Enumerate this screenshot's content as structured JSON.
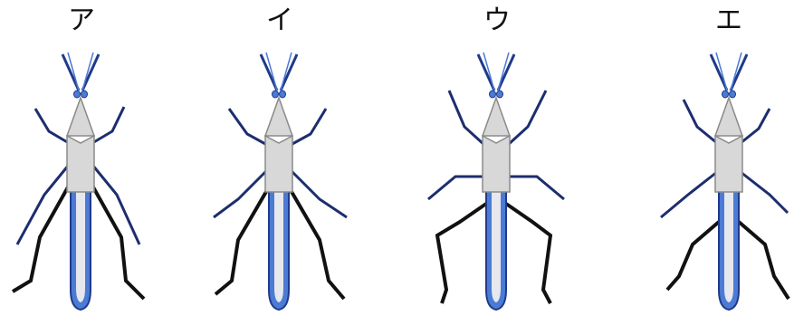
{
  "options": [
    {
      "label": "ア",
      "variant": "a"
    },
    {
      "label": "イ",
      "variant": "b"
    },
    {
      "label": "ウ",
      "variant": "c"
    },
    {
      "label": "エ",
      "variant": "d"
    }
  ],
  "colors": {
    "outline_dark_blue": "#1f3a8a",
    "body_blue": "#4b7bd4",
    "body_inner_light": "#e6e8ee",
    "thorax_gray": "#d8d8d8",
    "thorax_outline": "#8a8a8a",
    "hind_leg_black": "#111111",
    "leg_navy": "#1c2e6e"
  }
}
